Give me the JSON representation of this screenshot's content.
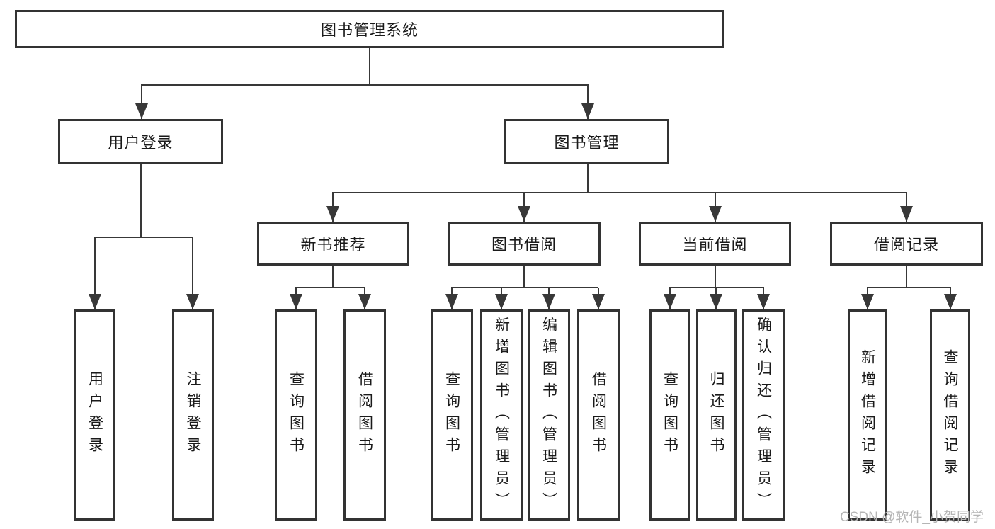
{
  "colors": {
    "line": "#383838",
    "box_border": "#333333",
    "text": "#1a1a1a",
    "watermark": "#b5b5b5",
    "bg": "#ffffff"
  },
  "watermark": {
    "text": "CSDN @软件_小贺同学"
  },
  "tree": {
    "root": {
      "label": "图书管理系统"
    },
    "branches": [
      {
        "label": "用户登录",
        "children": [
          {
            "label": "用户登录"
          },
          {
            "label": "注销登录"
          }
        ]
      },
      {
        "label": "图书管理",
        "groups": [
          {
            "label": "新书推荐",
            "children": [
              {
                "label": "查询图书"
              },
              {
                "label": "借阅图书"
              }
            ]
          },
          {
            "label": "图书借阅",
            "children": [
              {
                "label": "查询图书"
              },
              {
                "label": "新增图书（管理员）"
              },
              {
                "label": "编辑图书（管理员）"
              },
              {
                "label": "借阅图书"
              }
            ]
          },
          {
            "label": "当前借阅",
            "children": [
              {
                "label": "查询图书"
              },
              {
                "label": "归还图书"
              },
              {
                "label": "确认归还（管理员）"
              }
            ]
          },
          {
            "label": "借阅记录",
            "children": [
              {
                "label": "新增借阅记录"
              },
              {
                "label": "查询借阅记录"
              }
            ]
          }
        ]
      }
    ]
  }
}
